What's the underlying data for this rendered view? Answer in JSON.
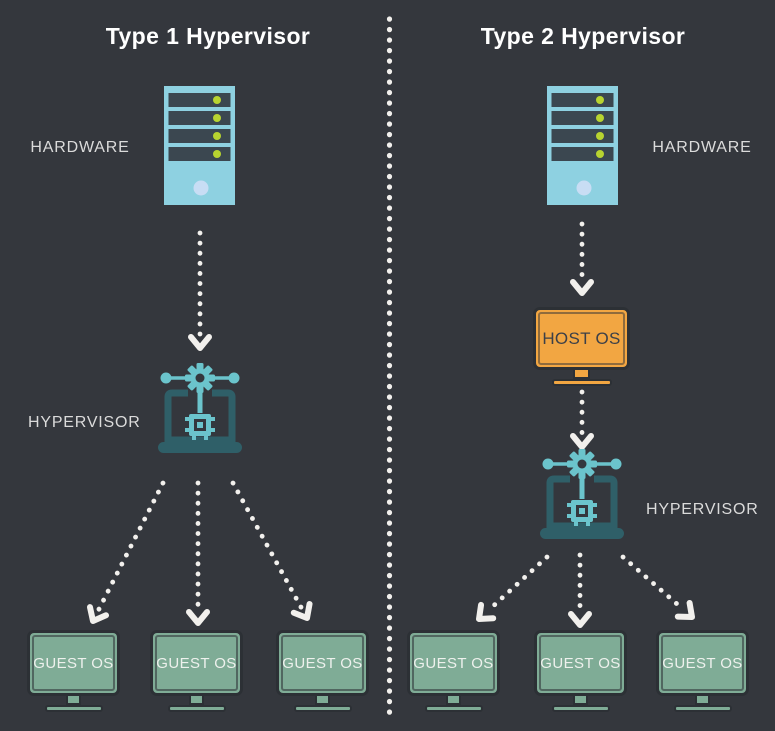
{
  "diagram": {
    "left": {
      "title": "Type 1 Hypervisor",
      "hardware_label": "HARDWARE",
      "hypervisor_label": "HYPERVISOR",
      "guests": [
        "GUEST OS",
        "GUEST OS",
        "GUEST OS"
      ]
    },
    "right": {
      "title": "Type 2 Hypervisor",
      "hardware_label": "HARDWARE",
      "host_os_label": "HOST OS",
      "hypervisor_label": "HYPERVISOR",
      "guests": [
        "GUEST OS",
        "GUEST OS",
        "GUEST OS"
      ]
    },
    "colors": {
      "background": "#34373d",
      "title_text": "#ffffff",
      "label_text": "#dbdbdb",
      "arrow": "#f2f0ed",
      "server_body": "#8ed1e1",
      "server_slot": "#3b4750",
      "server_led": "#b8d430",
      "server_power_light": "#c8ddf4",
      "hypervisor_dark_teal": "#2f5f68",
      "hypervisor_light_teal": "#6bc4cc",
      "guest_monitor_green": "#7fac96",
      "monitor_outline": "#2c3035",
      "host_monitor_orange": "#f2a642",
      "host_label_text": "#3c4048"
    }
  }
}
